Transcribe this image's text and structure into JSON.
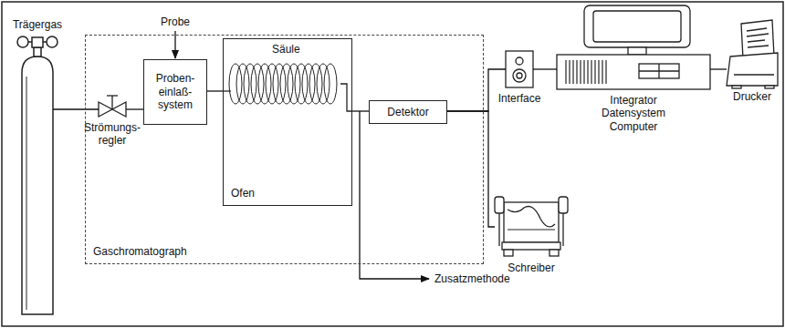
{
  "diagram": {
    "nodes": [
      {
        "text": [
          "Trägergas"
        ]
      },
      {
        "text": [
          "Gaschromatograph"
        ]
      },
      {
        "text": [
          "Strömungs- regler"
        ],
        "in": 1
      },
      {
        "text": [
          "Proben- einlaß- system"
        ],
        "in": 1
      },
      {
        "text": [
          "Ofen"
        ],
        "in": 1
      },
      {
        "text": [
          "Detektor"
        ],
        "in": 1
      },
      {
        "text": [
          "Interface"
        ]
      },
      {
        "text": [
          "Integrator Datensystem Computer"
        ]
      },
      {
        "text": [
          "Drucker"
        ]
      },
      {
        "text": [
          "Schreiber"
        ]
      }
    ],
    "edges": [
      {
        "from": 0,
        "to": 2,
        "arrow": "none"
      },
      {
        "from": 2,
        "to": 3,
        "arrow": "none"
      },
      {
        "from": 3,
        "to": 4,
        "arrow": "none"
      },
      {
        "from": 4,
        "to": 5,
        "arrow": "none"
      },
      {
        "from": 5,
        "to": 6,
        "arrow": "none"
      },
      {
        "from": 5,
        "to": 9,
        "arrow": "none"
      },
      {
        "from": 6,
        "to": 7,
        "arrow": "none"
      },
      {
        "from": 7,
        "to": 8,
        "arrow": "none"
      }
    ],
    "labels": [
      "Probe",
      "Säule",
      "Zusatzmethode"
    ]
  }
}
